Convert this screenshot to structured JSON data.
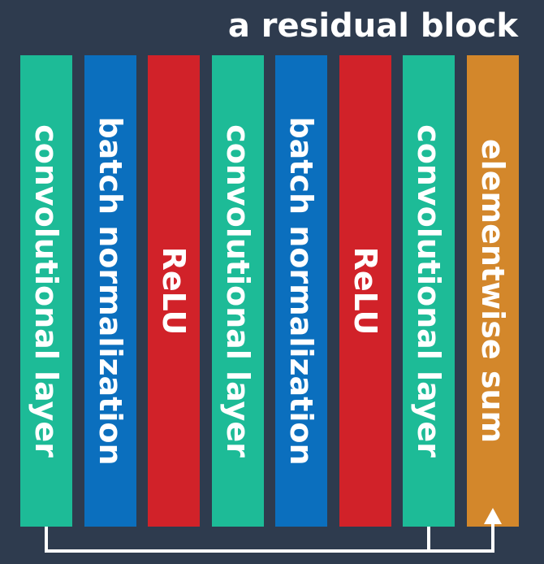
{
  "title": "a residual block",
  "layers": [
    {
      "label": "convolutional layer",
      "color": "#1dbb97"
    },
    {
      "label": "batch normalization",
      "color": "#0b6fbe"
    },
    {
      "label": "ReLU",
      "color": "#d12229"
    },
    {
      "label": "convolutional layer",
      "color": "#1dbb97"
    },
    {
      "label": "batch normalization",
      "color": "#0b6fbe"
    },
    {
      "label": "ReLU",
      "color": "#d12229"
    },
    {
      "label": "convolutional layer",
      "color": "#1dbb97"
    },
    {
      "label": "elementwise sum",
      "color": "#d3872b"
    }
  ],
  "colors": {
    "background": "#2e3b4e",
    "connector": "#ffffff"
  }
}
